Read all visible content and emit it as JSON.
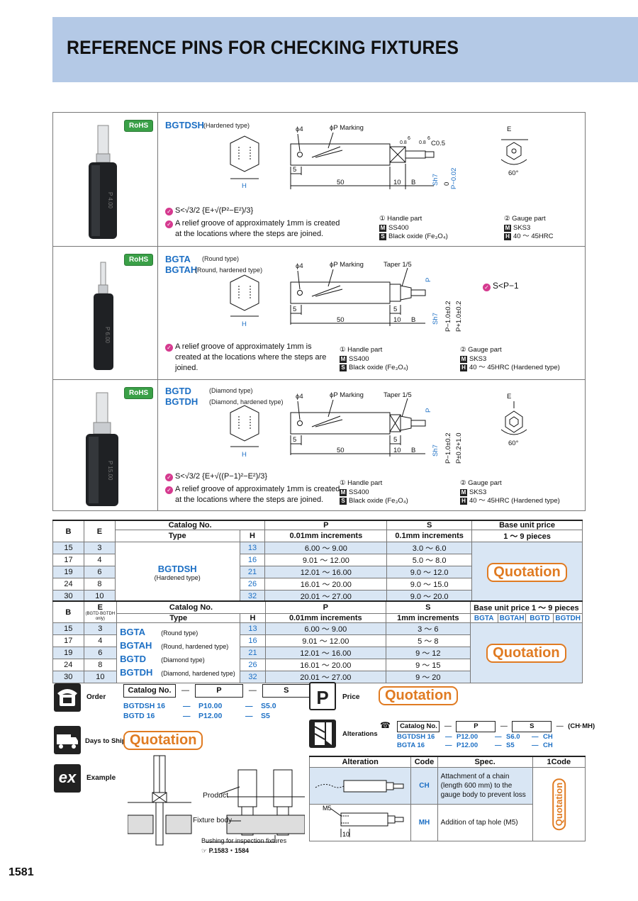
{
  "header": {
    "title": "REFERENCE PINS FOR CHECKING FIXTURES"
  },
  "rohs_label": "RoHS",
  "sections": [
    {
      "codes": [
        "BGTDSH"
      ],
      "subs": [
        "(Hardened type)"
      ],
      "photo_text": "P 4.00",
      "formula_text": "S<",
      "formula_rest": "√3/2 {E+√(P²−E²)/3}",
      "notes": [
        "A relief groove of approximately 1mm is created",
        "at the locations where the steps are joined."
      ],
      "handle": {
        "title": "① Handle part",
        "material": "SS400",
        "surface": "Black oxide (Fe₃O₄)"
      },
      "gauge": {
        "title": "② Gauge part",
        "material": "SKS3",
        "hardness": "40 ～ 45HRC"
      },
      "dims": {
        "phi4": "ϕ4",
        "phiP": "ϕP Marking",
        "c05": "C0.5",
        "h": "H",
        "d5": "5",
        "d50": "50",
        "d10": "10",
        "b": "B",
        "e": "E",
        "angle": "60°",
        "sh7": "Sh7",
        "p_tol": "P−0.02",
        "p_zero": "0",
        "s6a": "6",
        "s08a": "0.8",
        "s6b": "6",
        "s08b": "0.8"
      }
    },
    {
      "codes": [
        "BGTA",
        "BGTAH"
      ],
      "subs": [
        "(Round type)",
        "(Round, hardened type)"
      ],
      "photo_text": "P 6.00",
      "formula_text": "S<P−1",
      "notes": [
        "A relief groove of approximately 1mm is",
        "created at the locations where the steps are",
        "joined."
      ],
      "handle": {
        "title": "① Handle part",
        "material": "SS400",
        "surface": "Black oxide (Fe₃O₄)"
      },
      "gauge": {
        "title": "② Gauge part",
        "material": "SKS3",
        "hardness": "40 ～ 45HRC (Hardened type)"
      },
      "dims": {
        "phi4": "ϕ4",
        "phiP": "ϕP Marking",
        "taper": "Taper 1/5",
        "p": "P",
        "h": "H",
        "d5a": "5",
        "d5b": "5",
        "d50": "50",
        "d10": "10",
        "b": "B",
        "sh7": "Sh7",
        "p1": "P−1.0±0.2",
        "p2": "P+1.0±0.2"
      }
    },
    {
      "codes": [
        "BGTD",
        "BGTDH"
      ],
      "subs": [
        "(Diamond type)",
        "(Diamond, hardened type)"
      ],
      "photo_text": "P 15.00",
      "formula_text": "S<",
      "formula_rest": "√3/2 {E+√((P−1)²−E²)/3}",
      "notes": [
        "A relief groove of approximately 1mm is created",
        "at the locations where the steps are joined."
      ],
      "handle": {
        "title": "① Handle part",
        "material": "SS400",
        "surface": "Black oxide (Fe₃O₄)"
      },
      "gauge": {
        "title": "② Gauge part",
        "material": "SKS3",
        "hardness": "40 ～ 45HRC (Hardened type)"
      },
      "dims": {
        "phi4": "ϕ4",
        "phiP": "ϕP Marking",
        "taper": "Taper 1/5",
        "p": "P",
        "h": "H",
        "d5a": "5",
        "d5b": "5",
        "d50": "50",
        "d10": "10",
        "b": "B",
        "sh7": "Sh7",
        "p1": "P−1.0±0.2",
        "p2": "P±0.2+1.0",
        "e": "E",
        "angle": "60°"
      }
    }
  ],
  "table1": {
    "headers": {
      "b": "B",
      "e": "E",
      "catalog": "Catalog No.",
      "type": "Type",
      "h": "H",
      "p": "P",
      "p_inc": "0.01mm increments",
      "s": "S",
      "s_inc": "0.1mm increments",
      "price": "Base unit price",
      "price_sub": "1 ～ 9 pieces"
    },
    "type_code": "BGTDSH",
    "type_sub": "(Hardened type)",
    "quotation": "Quotation",
    "rows": [
      {
        "b": "15",
        "e": "3",
        "h": "13",
        "p": "6.00 ～   9.00",
        "s": "3.0 ～   6.0"
      },
      {
        "b": "17",
        "e": "4",
        "h": "16",
        "p": "9.01 ～  12.00",
        "s": "5.0 ～   8.0"
      },
      {
        "b": "19",
        "e": "6",
        "h": "21",
        "p": "12.01 ～  16.00",
        "s": "9.0 ～  12.0"
      },
      {
        "b": "24",
        "e": "8",
        "h": "26",
        "p": "16.01 ～  20.00",
        "s": "9.0 ～  15.0"
      },
      {
        "b": "30",
        "e": "10",
        "h": "32",
        "p": "20.01 ～  27.00",
        "s": "9.0 ～  20.0"
      }
    ]
  },
  "table2": {
    "headers": {
      "b": "B",
      "e": "E",
      "e_note": "(BGTD·BGTDH only)",
      "catalog": "Catalog No.",
      "type": "Type",
      "h": "H",
      "p": "P",
      "p_inc": "0.01mm increments",
      "s": "S",
      "s_inc": "1mm increments",
      "price": "Base unit price 1 ～ 9 pieces",
      "cols": [
        "BGTA",
        "BGTAH",
        "BGTD",
        "BGTDH"
      ]
    },
    "quotation": "Quotation",
    "rows": [
      {
        "b": "15",
        "e": "3",
        "code": "BGTA",
        "sub": "(Round type)",
        "h": "13",
        "p": "6.00 ～   9.00",
        "s": "3 ～   6"
      },
      {
        "b": "17",
        "e": "4",
        "code": "BGTAH",
        "sub": "(Round, hardened type)",
        "h": "16",
        "p": "9.01 ～  12.00",
        "s": "5 ～   8"
      },
      {
        "b": "19",
        "e": "6",
        "code": "BGTD",
        "sub": "(Diamond type)",
        "h": "21",
        "p": "12.01 ～  16.00",
        "s": "9 ～  12"
      },
      {
        "b": "24",
        "e": "8",
        "code": "BGTDH",
        "sub": "(Diamond, hardened type)",
        "h": "26",
        "p": "16.01 ～  20.00",
        "s": "9 ～  15"
      },
      {
        "b": "30",
        "e": "10",
        "code": "",
        "sub": "",
        "h": "32",
        "p": "20.01 ～  27.00",
        "s": "9 ～  20"
      }
    ]
  },
  "order": {
    "label": "Order",
    "boxes": [
      "Catalog No.",
      "P",
      "S"
    ],
    "dash": "—",
    "examples": [
      {
        "cat": "BGTDSH 16",
        "p": "P10.00",
        "s": "S5.0"
      },
      {
        "cat": "BGTD 16",
        "p": "P12.00",
        "s": "S5"
      }
    ]
  },
  "price": {
    "label": "Price",
    "value": "Quotation",
    "icon": "P"
  },
  "days": {
    "label": "Days to Ship",
    "value": "Quotation"
  },
  "alterations": {
    "label": "Alterations",
    "boxes": [
      "Catalog No.",
      "P",
      "S"
    ],
    "suffix": "(CH·MH)",
    "examples": [
      {
        "cat": "BGTDSH 16",
        "p": "P12.00",
        "s": "S6.0",
        "code": "CH"
      },
      {
        "cat": "BGTA 16",
        "p": "P12.00",
        "s": "S5",
        "code": "CH"
      }
    ],
    "table_headers": [
      "Alteration",
      "Code",
      "Spec.",
      "1Code"
    ],
    "rows": [
      {
        "code": "CH",
        "spec": "Attachment of a chain (length 600 mm) to the gauge body to prevent loss"
      },
      {
        "code": "MH",
        "spec": "Addition of tap hole (M5)",
        "m5": "M5",
        "ten": "10"
      }
    ],
    "quotation_vertical": "Quotation"
  },
  "example": {
    "label": "Example",
    "icon": "ex",
    "product": "Product",
    "fixture": "Fixture body",
    "bushing": "Bushing for inspection fixtures",
    "ref": "P.1583・1584"
  },
  "page_number": "1581"
}
